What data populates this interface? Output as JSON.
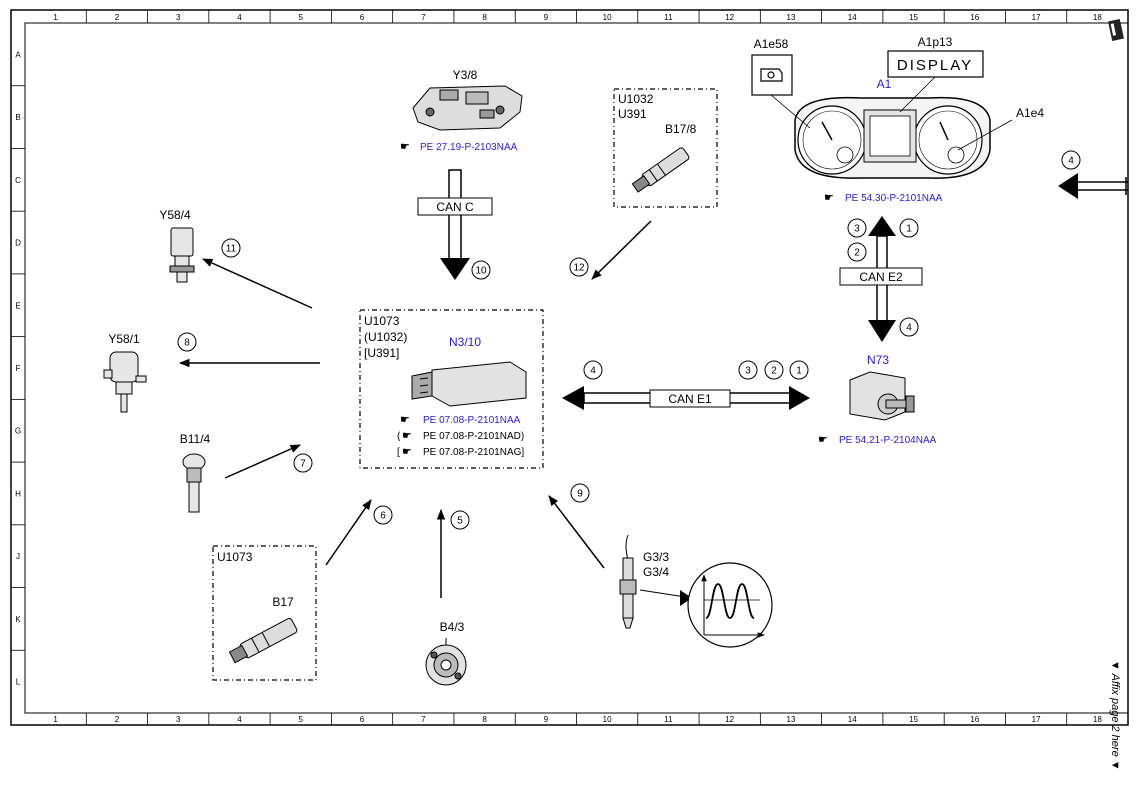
{
  "grid": {
    "columns": [
      "1",
      "2",
      "3",
      "4",
      "5",
      "6",
      "7",
      "8",
      "9",
      "10",
      "11",
      "12",
      "13",
      "14",
      "15",
      "16",
      "17",
      "18"
    ],
    "rows": [
      "A",
      "B",
      "C",
      "D",
      "E",
      "F",
      "G",
      "H",
      "J",
      "K",
      "L"
    ]
  },
  "components": {
    "y3_8": {
      "label": "Y3/8",
      "ref": "PE 27.19-P-2103NAA"
    },
    "u1032_box": {
      "line1": "U1032",
      "line2": "U391",
      "sensor": "B17/8"
    },
    "instrument": {
      "a1e58": "A1e58",
      "a1p13": "A1p13",
      "display_text": "DISPLAY",
      "a1": "A1",
      "a1e4": "A1e4",
      "ref": "PE 54.30-P-2101NAA"
    },
    "y58_4": {
      "label": "Y58/4"
    },
    "y58_1": {
      "label": "Y58/1"
    },
    "b11_4": {
      "label": "B11/4"
    },
    "ecu": {
      "line1": "U1073",
      "line2": "(U1032)",
      "line3": "[U391]",
      "name": "N3/10",
      "ref1": "PE 07.08-P-2101NAA",
      "ref2": "PE 07.08-P-2101NAD)",
      "ref3": "PE 07.08-P-2101NAG]",
      "ref2_prefix": "(",
      "ref3_prefix": "["
    },
    "n73": {
      "label": "N73",
      "ref": "PE 54.21-P-2104NAA"
    },
    "u1073_box": {
      "line1": "U1073",
      "sensor": "B17"
    },
    "b4_3": {
      "label": "B4/3"
    },
    "g3": {
      "line1": "G3/3",
      "line2": "G3/4"
    }
  },
  "buses": {
    "can_c": "CAN C",
    "can_e1": "CAN E1",
    "can_e2": "CAN E2"
  },
  "signals": [
    "1",
    "2",
    "3",
    "4",
    "5",
    "6",
    "7",
    "8",
    "9",
    "10",
    "11",
    "12"
  ],
  "side_note": "▼ Affix page 2 here ▼",
  "colors": {
    "link_blue": "#2a1ad8",
    "line": "#000000"
  }
}
